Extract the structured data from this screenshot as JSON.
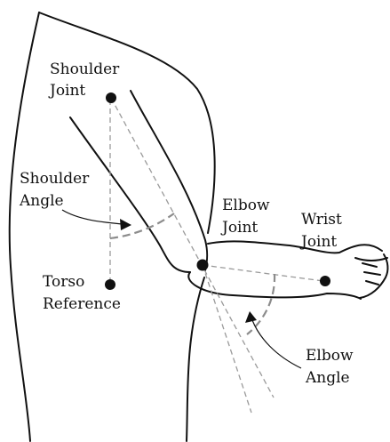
{
  "labels": {
    "shoulder_joint": [
      "Shoulder",
      "Joint"
    ],
    "shoulder_angle": [
      "Shoulder",
      "Angle"
    ],
    "torso_reference": [
      "Torso",
      "Reference"
    ],
    "elbow_joint": [
      "Elbow",
      "Joint"
    ],
    "wrist_joint": [
      "Wrist",
      "Joint"
    ],
    "elbow_angle": [
      "Elbow",
      "Angle"
    ]
  },
  "colors": {
    "outline": "#111111",
    "reference_line": "#9a9a9a",
    "angle_arc": "#8c8c8c"
  }
}
